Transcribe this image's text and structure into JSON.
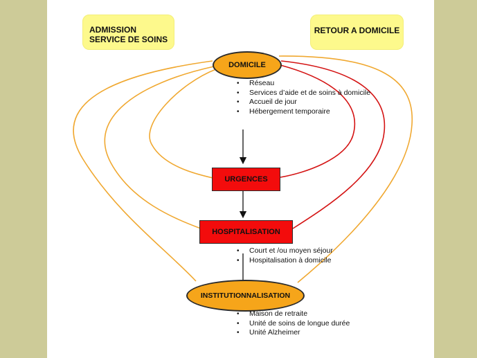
{
  "colors": {
    "side_band": "#cdcb98",
    "note_box": "#fdf98c",
    "oval_fill": "#f6a51a",
    "rect_fill": "#f30c0c",
    "orange_curve": "#f0a830",
    "red_curve": "#d41414",
    "arrow": "#111111"
  },
  "notes": {
    "admission": "ADMISSION\nSERVICE DE SOINS",
    "retour": "RETOUR A DOMICILE"
  },
  "nodes": {
    "domicile": "DOMICILE",
    "urgences": "URGENCES",
    "hospitalisation": "HOSPITALISATION",
    "institutionnalisation": "INSTITUTIONNALISATION"
  },
  "lists": {
    "domicile": [
      "Réseau",
      "Services d’aide et de soins à domicile",
      "Accueil de jour",
      "Hébergement temporaire"
    ],
    "hospitalisation": [
      "Court et /ou moyen séjour",
      "Hospitalisation à domicile"
    ],
    "institutionnalisation": [
      "Maison de retraite",
      "Unité de soins de longue durée",
      "Unité Alzheimer"
    ]
  }
}
